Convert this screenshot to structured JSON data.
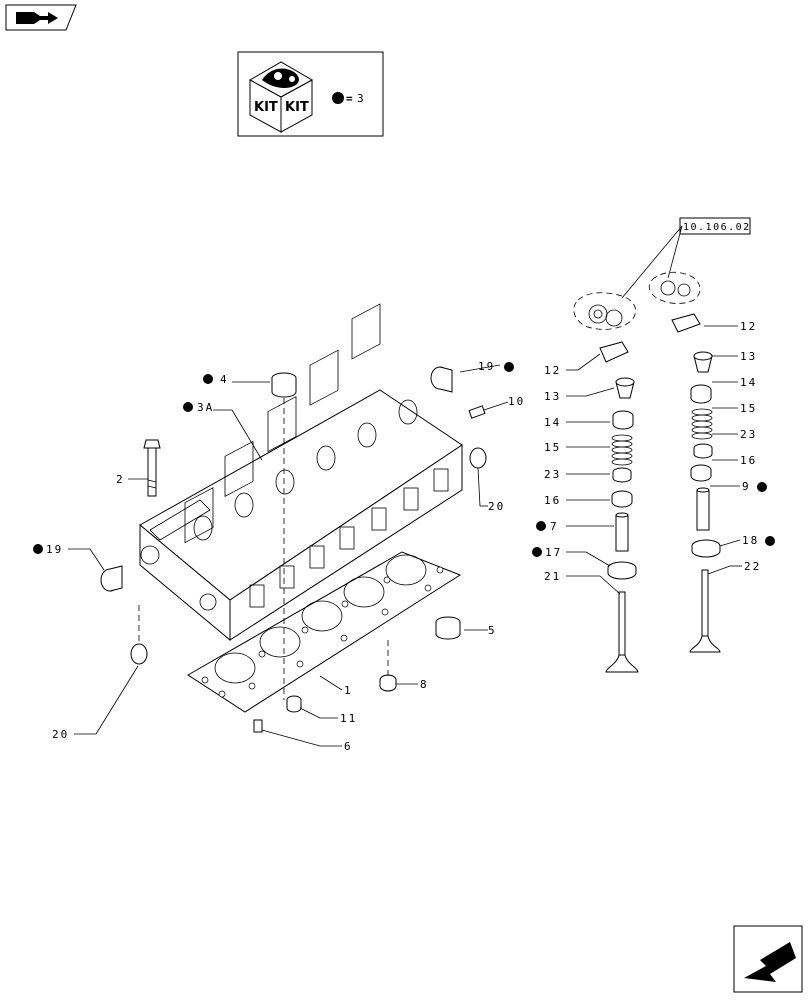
{
  "kit_legend": {
    "kit_left": "KIT",
    "kit_right": "KIT",
    "equals": "=",
    "count": "3"
  },
  "reference_box": "10.106.02",
  "callouts": [
    {
      "id": "c4",
      "text": "4",
      "dot": true
    },
    {
      "id": "c3a",
      "text": "3A",
      "dot": true
    },
    {
      "id": "c19r",
      "text": "19",
      "dot": true
    },
    {
      "id": "c10",
      "text": "10",
      "dot": false
    },
    {
      "id": "c2",
      "text": "2",
      "dot": false
    },
    {
      "id": "c20r",
      "text": "20",
      "dot": false
    },
    {
      "id": "c19l",
      "text": "19",
      "dot": true
    },
    {
      "id": "c5",
      "text": "5",
      "dot": false
    },
    {
      "id": "c8",
      "text": "8",
      "dot": false
    },
    {
      "id": "c1",
      "text": "1",
      "dot": false
    },
    {
      "id": "c11",
      "text": "11",
      "dot": false
    },
    {
      "id": "c6",
      "text": "6",
      "dot": false
    },
    {
      "id": "c20l",
      "text": "20",
      "dot": false
    },
    {
      "id": "l12",
      "text": "12",
      "dot": false
    },
    {
      "id": "l13",
      "text": "13",
      "dot": false
    },
    {
      "id": "l14",
      "text": "14",
      "dot": false
    },
    {
      "id": "l15",
      "text": "15",
      "dot": false
    },
    {
      "id": "l23",
      "text": "23",
      "dot": false
    },
    {
      "id": "l16",
      "text": "16",
      "dot": false
    },
    {
      "id": "l7",
      "text": "7",
      "dot": true
    },
    {
      "id": "l17",
      "text": "17",
      "dot": true
    },
    {
      "id": "l21",
      "text": "21",
      "dot": false
    },
    {
      "id": "r12",
      "text": "12",
      "dot": false
    },
    {
      "id": "r13",
      "text": "13",
      "dot": false
    },
    {
      "id": "r14",
      "text": "14",
      "dot": false
    },
    {
      "id": "r15",
      "text": "15",
      "dot": false
    },
    {
      "id": "r23",
      "text": "23",
      "dot": false
    },
    {
      "id": "r16",
      "text": "16",
      "dot": false
    },
    {
      "id": "r9",
      "text": "9",
      "dot": true
    },
    {
      "id": "r18",
      "text": "18",
      "dot": true
    },
    {
      "id": "r22",
      "text": "22",
      "dot": false
    }
  ],
  "icons": {
    "top_left": "book-arrow-icon",
    "bottom_right": "next-page-arrow-icon"
  }
}
